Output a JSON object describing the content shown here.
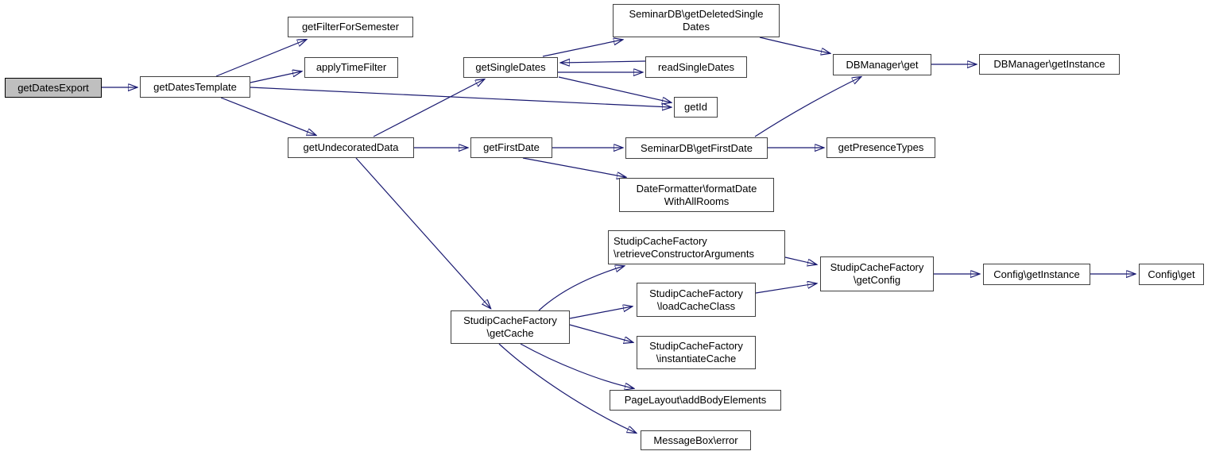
{
  "diagram": {
    "type": "call-graph",
    "nodes": [
      {
        "id": "getDatesExport",
        "root": true,
        "lines": [
          "getDatesExport"
        ]
      },
      {
        "id": "getDatesTemplate",
        "root": false,
        "lines": [
          "getDatesTemplate"
        ]
      },
      {
        "id": "getFilterForSemester",
        "root": false,
        "lines": [
          "getFilterForSemester"
        ]
      },
      {
        "id": "applyTimeFilter",
        "root": false,
        "lines": [
          "applyTimeFilter"
        ]
      },
      {
        "id": "getSingleDates",
        "root": false,
        "lines": [
          "getSingleDates"
        ]
      },
      {
        "id": "SeminarDB-getDeletedSingleDates",
        "root": false,
        "lines": [
          "SeminarDB\\getDeletedSingle",
          "Dates"
        ]
      },
      {
        "id": "readSingleDates",
        "root": false,
        "lines": [
          "readSingleDates"
        ]
      },
      {
        "id": "getId",
        "root": false,
        "lines": [
          "getId"
        ]
      },
      {
        "id": "DBManager-get",
        "root": false,
        "lines": [
          "DBManager\\get"
        ]
      },
      {
        "id": "DBManager-getInstance",
        "root": false,
        "lines": [
          "DBManager\\getInstance"
        ]
      },
      {
        "id": "getUndecoratedData",
        "root": false,
        "lines": [
          "getUndecoratedData"
        ]
      },
      {
        "id": "getFirstDate",
        "root": false,
        "lines": [
          "getFirstDate"
        ]
      },
      {
        "id": "SeminarDB-getFirstDate",
        "root": false,
        "lines": [
          "SeminarDB\\getFirstDate"
        ]
      },
      {
        "id": "getPresenceTypes",
        "root": false,
        "lines": [
          "getPresenceTypes"
        ]
      },
      {
        "id": "DateFormatter-formatDateWithAllRooms",
        "root": false,
        "lines": [
          "DateFormatter\\formatDate",
          "WithAllRooms"
        ]
      },
      {
        "id": "StudipCacheFactory-getCache",
        "root": false,
        "lines": [
          "StudipCacheFactory",
          "\\getCache"
        ]
      },
      {
        "id": "StudipCacheFactory-retrieveConstructorArguments",
        "root": false,
        "lines": [
          "StudipCacheFactory",
          "\\retrieveConstructorArguments"
        ]
      },
      {
        "id": "StudipCacheFactory-loadCacheClass",
        "root": false,
        "lines": [
          "StudipCacheFactory",
          "\\loadCacheClass"
        ]
      },
      {
        "id": "StudipCacheFactory-instantiateCache",
        "root": false,
        "lines": [
          "StudipCacheFactory",
          "\\instantiateCache"
        ]
      },
      {
        "id": "PageLayout-addBodyElements",
        "root": false,
        "lines": [
          "PageLayout\\addBodyElements"
        ]
      },
      {
        "id": "MessageBox-error",
        "root": false,
        "lines": [
          "MessageBox\\error"
        ]
      },
      {
        "id": "StudipCacheFactory-getConfig",
        "root": false,
        "lines": [
          "StudipCacheFactory",
          "\\getConfig"
        ]
      },
      {
        "id": "Config-getInstance",
        "root": false,
        "lines": [
          "Config\\getInstance"
        ]
      },
      {
        "id": "Config-get",
        "root": false,
        "lines": [
          "Config\\get"
        ]
      }
    ],
    "edges": [
      {
        "from": "getDatesExport",
        "to": "getDatesTemplate"
      },
      {
        "from": "getDatesTemplate",
        "to": "getFilterForSemester"
      },
      {
        "from": "getDatesTemplate",
        "to": "applyTimeFilter"
      },
      {
        "from": "getDatesTemplate",
        "to": "getId"
      },
      {
        "from": "getDatesTemplate",
        "to": "getUndecoratedData"
      },
      {
        "from": "getUndecoratedData",
        "to": "getSingleDates"
      },
      {
        "from": "getUndecoratedData",
        "to": "getFirstDate"
      },
      {
        "from": "getUndecoratedData",
        "to": "StudipCacheFactory-getCache"
      },
      {
        "from": "getSingleDates",
        "to": "SeminarDB-getDeletedSingleDates"
      },
      {
        "from": "readSingleDates",
        "to": "getSingleDates"
      },
      {
        "from": "getSingleDates",
        "to": "readSingleDates"
      },
      {
        "from": "getSingleDates",
        "to": "getId"
      },
      {
        "from": "SeminarDB-getDeletedSingleDates",
        "to": "DBManager-get"
      },
      {
        "from": "DBManager-get",
        "to": "DBManager-getInstance"
      },
      {
        "from": "getFirstDate",
        "to": "SeminarDB-getFirstDate"
      },
      {
        "from": "getFirstDate",
        "to": "DateFormatter-formatDateWithAllRooms"
      },
      {
        "from": "SeminarDB-getFirstDate",
        "to": "getPresenceTypes"
      },
      {
        "from": "SeminarDB-getFirstDate",
        "to": "DBManager-get"
      },
      {
        "from": "StudipCacheFactory-getCache",
        "to": "StudipCacheFactory-retrieveConstructorArguments"
      },
      {
        "from": "StudipCacheFactory-getCache",
        "to": "StudipCacheFactory-loadCacheClass"
      },
      {
        "from": "StudipCacheFactory-getCache",
        "to": "StudipCacheFactory-instantiateCache"
      },
      {
        "from": "StudipCacheFactory-getCache",
        "to": "PageLayout-addBodyElements"
      },
      {
        "from": "StudipCacheFactory-getCache",
        "to": "MessageBox-error"
      },
      {
        "from": "StudipCacheFactory-retrieveConstructorArguments",
        "to": "StudipCacheFactory-getConfig"
      },
      {
        "from": "StudipCacheFactory-loadCacheClass",
        "to": "StudipCacheFactory-getConfig"
      },
      {
        "from": "StudipCacheFactory-getConfig",
        "to": "Config-getInstance"
      },
      {
        "from": "Config-getInstance",
        "to": "Config-get"
      }
    ],
    "colors": {
      "edge": "#191970",
      "node_border": "#404040",
      "node_fill": "#ffffff",
      "root_fill": "#bfbfbf",
      "text": "#000000",
      "background": "#ffffff"
    }
  }
}
